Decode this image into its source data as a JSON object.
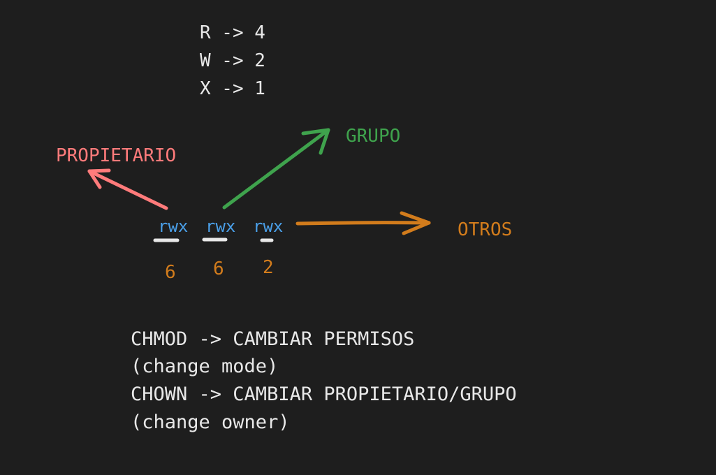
{
  "legend": {
    "r": "R -> 4",
    "w": "W -> 2",
    "x": "X -> 1"
  },
  "labels": {
    "owner": "PROPIETARIO",
    "group": "GRUPO",
    "others": "OTROS"
  },
  "permissions": [
    {
      "text": "rwx",
      "digit": "6"
    },
    {
      "text": "rwx",
      "digit": "6"
    },
    {
      "text": "rwx",
      "digit": "2"
    }
  ],
  "notes": {
    "chmod": "CHMOD -> CAMBIAR PERMISOS",
    "chmod_expansion": "(change mode)",
    "chown": "CHOWN -> CAMBIAR PROPIETARIO/GRUPO",
    "chown_expansion": "(change owner)"
  },
  "colors": {
    "background": "#1e1e1e",
    "text": "#e8e8e8",
    "owner": "#ff7b7b",
    "group": "#3fa34d",
    "others": "#d27c1c",
    "permission": "#4a9fe8"
  }
}
